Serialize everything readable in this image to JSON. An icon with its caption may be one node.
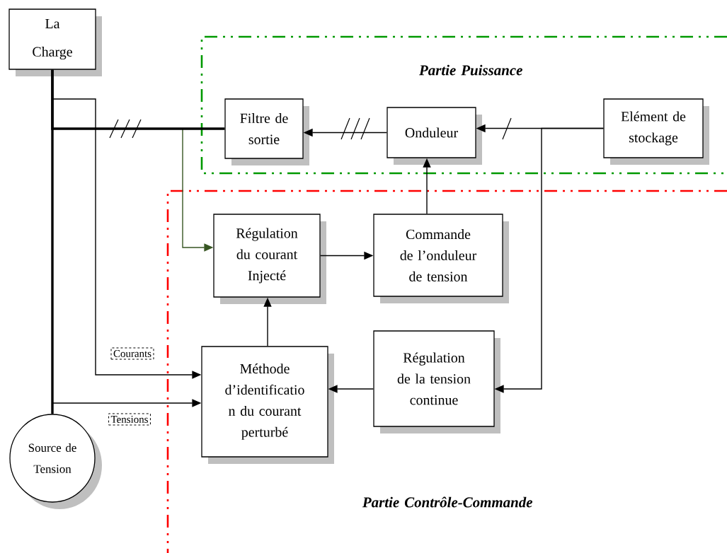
{
  "diagram": {
    "nodes": [
      {
        "text": [
          "La Charge"
        ]
      },
      {
        "text": [
          "Partie Puissance"
        ]
      },
      {
        "text": [
          "Filtre de sortie"
        ],
        "in": 1
      },
      {
        "text": [
          "Onduleur"
        ],
        "in": 1
      },
      {
        "text": [
          "Elément de stockage"
        ],
        "in": 1
      },
      {
        "text": [
          "Partie Contrôle-Commande"
        ]
      },
      {
        "text": [
          "Régulation du courant Injecté"
        ],
        "in": 5
      },
      {
        "text": [
          "Commande de l’onduleur de tension"
        ],
        "in": 5
      },
      {
        "text": [
          "Régulation de la tension continue"
        ],
        "in": 5
      },
      {
        "text": [
          "Méthode d’identificatio n du courant perturbé"
        ],
        "in": 5
      },
      {
        "text": [
          "Source de Tension"
        ]
      }
    ],
    "edges": [
      {
        "from": 0,
        "to": 10,
        "arrow": "none",
        "style": "thick"
      },
      {
        "from": 2,
        "to": 0,
        "arrow": "none",
        "style": "thick"
      },
      {
        "from": 3,
        "to": 2,
        "arrow": "to"
      },
      {
        "from": 4,
        "to": 3,
        "arrow": "to"
      },
      {
        "from": 7,
        "to": 3,
        "arrow": "to"
      },
      {
        "from": 6,
        "to": 7,
        "arrow": "to"
      },
      {
        "from": 9,
        "to": 6,
        "arrow": "to"
      },
      {
        "from": 8,
        "to": 9,
        "arrow": "to"
      },
      {
        "from": 4,
        "to": 8,
        "arrow": "to"
      },
      {
        "from": 2,
        "to": 6,
        "arrow": "to",
        "color": "#375623"
      },
      {
        "from": 0,
        "to": 9,
        "arrow": "to",
        "label": "Courants"
      },
      {
        "from": 10,
        "to": 9,
        "arrow": "to",
        "label": "Tensions"
      }
    ]
  }
}
